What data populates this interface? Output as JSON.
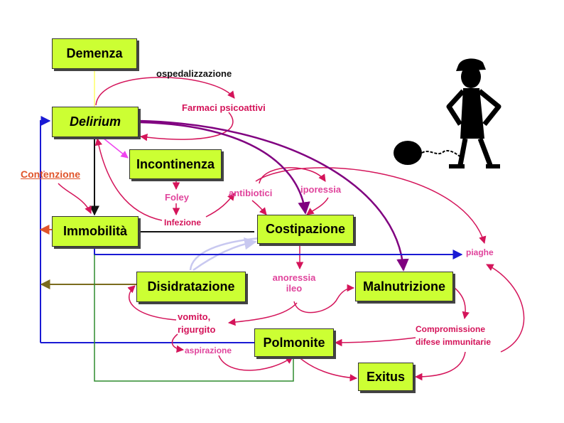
{
  "nodes": {
    "demenza": "Demenza",
    "delirium": "Delirium",
    "incontinenza": "Incontinenza",
    "immobilita": "Immobilità",
    "costipazione": "Costipazione",
    "disidratazione": "Disidratazione",
    "malnutrizione": "Malnutrizione",
    "polmonite": "Polmonite",
    "exitus": "Exitus"
  },
  "labels": {
    "ospedalizzazione": "ospedalizzazione",
    "farmaci": "Farmaci psicoattivi",
    "contenzione": "Contenzione",
    "foley": "Foley",
    "infezione": "Infezione",
    "antibiotici": "antibiotici",
    "iporessia": "iporessia",
    "piaghe": "piaghe",
    "anoressia": "anoressia",
    "ileo": "ileo",
    "vomito": "vomito,",
    "rigurgito": "rigurgito",
    "aspirazione": "aspirazione",
    "compromissione": "Compromissione",
    "difese": "difese immunitarie"
  },
  "colors": {
    "box_fill": "#ccff33",
    "crimson": "#d4145a",
    "pink_text": "#e0449c",
    "purple": "#800080",
    "blue": "#1a1ad4",
    "green": "#2e8b2e",
    "olive": "#7a6b1e",
    "orange": "#e0542a",
    "yellow": "#ffff66",
    "magenta": "#ee44ee",
    "lavender": "#c8c8f0"
  },
  "illustration": "prisoner-with-ball-and-chain"
}
